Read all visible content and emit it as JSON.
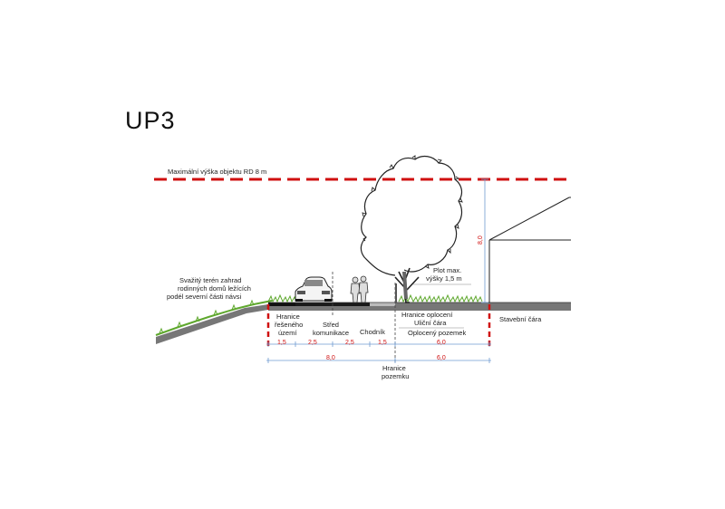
{
  "title": "UP3",
  "labels": {
    "max_height": "Maximální výška objektu RD 8 m",
    "terrain": [
      "Svažitý terén zahrad",
      "rodinných domů ležících",
      "podél severní části návsi"
    ],
    "boundary_area": [
      "Hranice",
      "řešeného",
      "území"
    ],
    "road_center": [
      "Střed",
      "komunikace"
    ],
    "sidewalk": "Chodník",
    "fence_boundary": [
      "Hranice oplocení",
      "Uliční čára"
    ],
    "fenced_plot": "Oplocený pozemek",
    "fence_height": [
      "Plot max.",
      "výšky 1,5 m"
    ],
    "building_line": "Stavební čára",
    "plot_boundary": [
      "Hranice",
      "pozemku"
    ],
    "height_dim": "8,0"
  },
  "dimensions": {
    "row1": [
      "1,5",
      "2,5",
      "2,5",
      "1,5",
      "6,0"
    ],
    "row2": [
      "8,0",
      "6,0"
    ]
  },
  "colors": {
    "limit_red": "#d01010",
    "grass": "#5fa82e",
    "ground": "#555555",
    "dim_blue": "#6f9bd1"
  }
}
